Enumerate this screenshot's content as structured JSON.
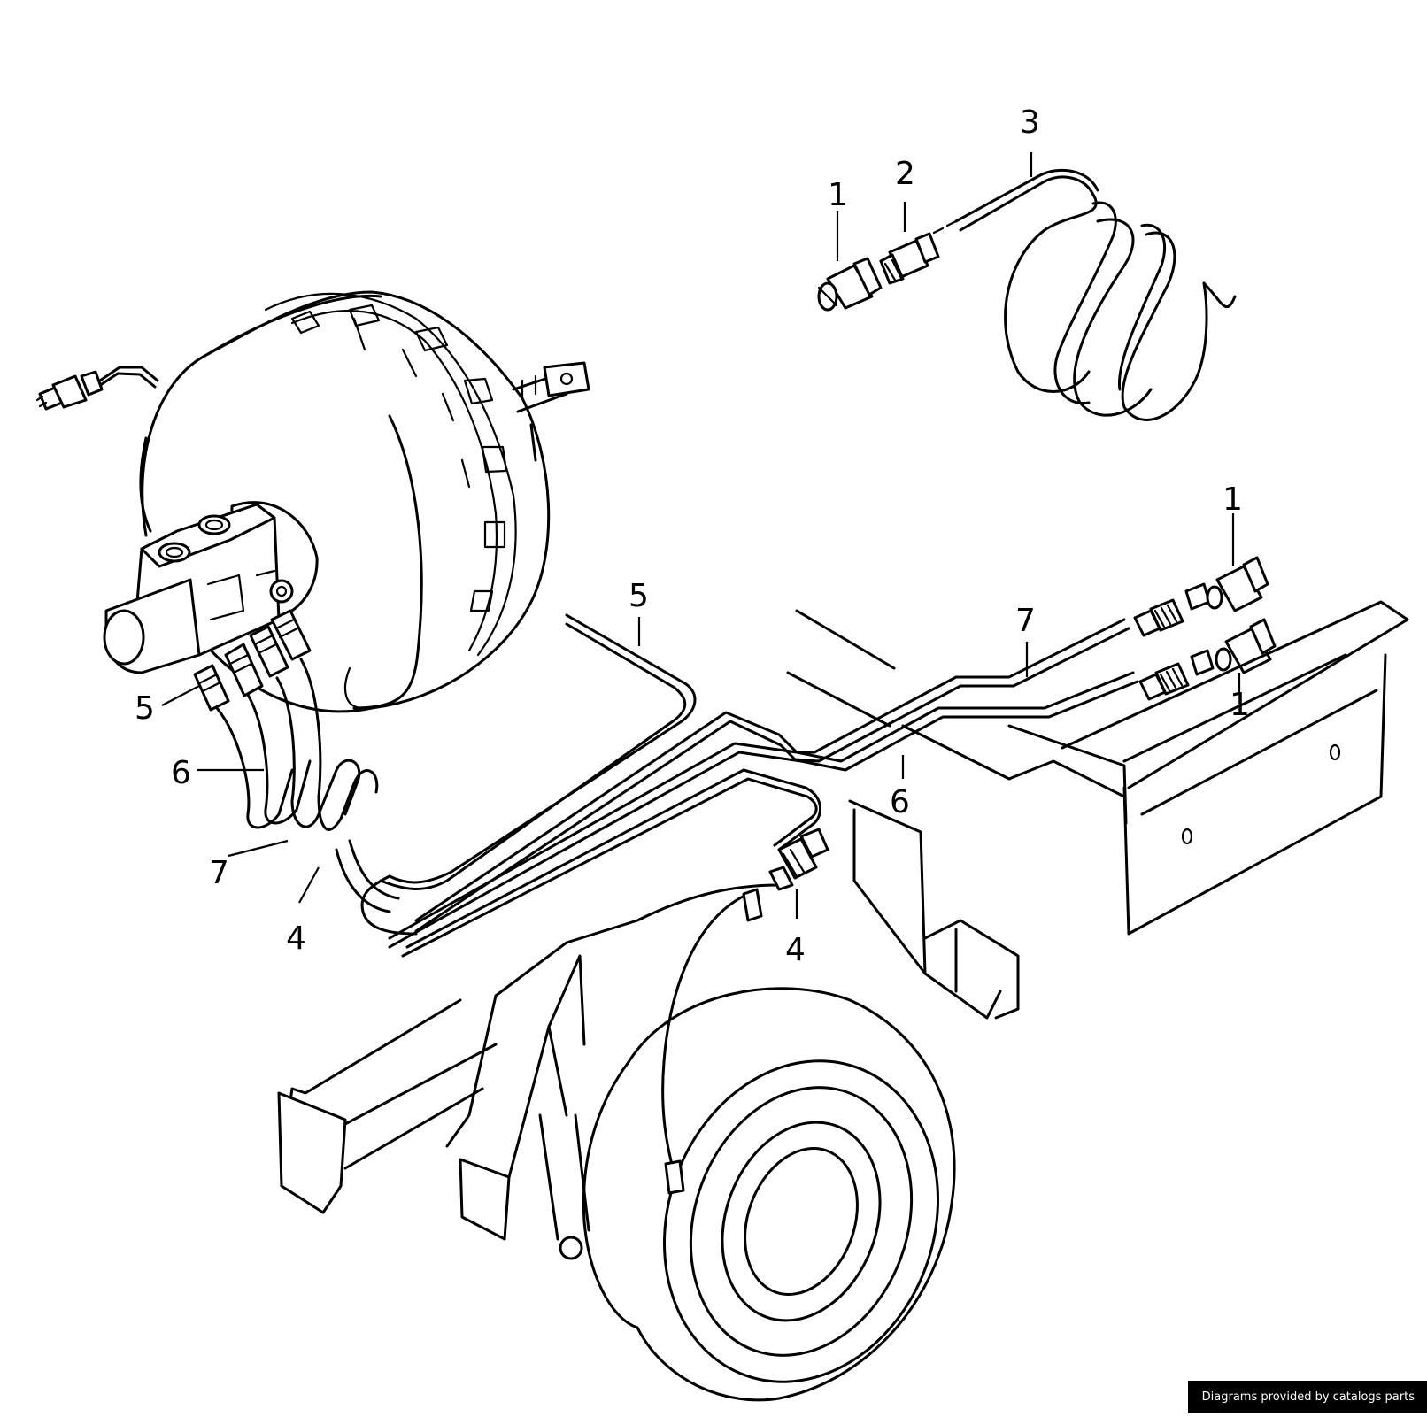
{
  "callouts": [
    "1",
    "2",
    "3",
    "1",
    "1",
    "5",
    "7",
    "5",
    "6",
    "7",
    "4",
    "6",
    "4"
  ],
  "credit": "Diagrams provided by catalogs parts"
}
